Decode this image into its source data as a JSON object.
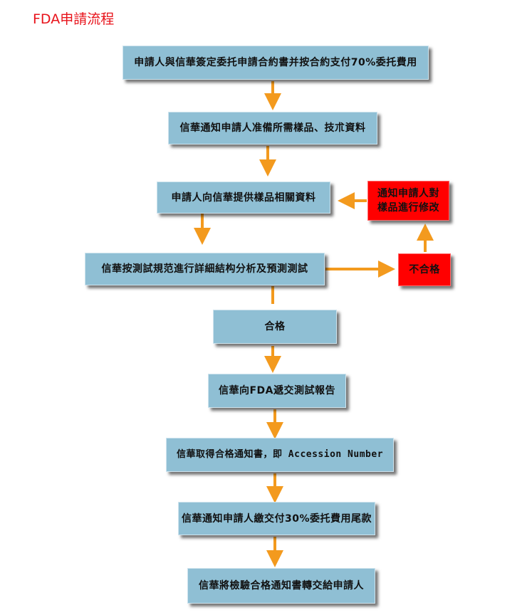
{
  "title": "FDA申請流程",
  "colors": {
    "title": "#e8121a",
    "box": "#8fbfd4",
    "box_fail": "#ff0000",
    "arrow": "#f39a1e"
  },
  "steps": [
    {
      "id": "s1",
      "label": "申請人與信華簽定委托申請合約書并按合約支付70%委托費用"
    },
    {
      "id": "s2",
      "label": "信華通知申請人准備所需樣品、技朮資料"
    },
    {
      "id": "s3",
      "label": "申請人向信華提供樣品相關資料"
    },
    {
      "id": "s4",
      "label": "信華按測試規范進行詳細結构分析及預測測試"
    },
    {
      "id": "s5",
      "label": "合格"
    },
    {
      "id": "s6",
      "label": "信華向FDA遞交測試報告"
    },
    {
      "id": "s7",
      "label": "信華取得合格通知書，即 Accession Number"
    },
    {
      "id": "s8",
      "label": "信華通知申請人繳交付30%委托費用尾款"
    },
    {
      "id": "s9",
      "label": "信華將檢驗合格通知書轉交給申請人"
    }
  ],
  "fail_branch": {
    "fail_label": "不合格",
    "notify_label": "通知申請人對\n樣品進行修改"
  }
}
